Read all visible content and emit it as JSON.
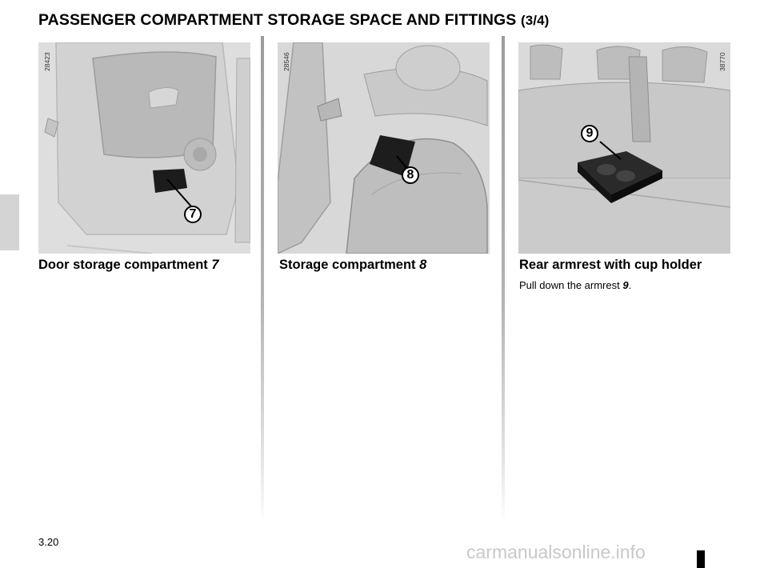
{
  "page": {
    "title_main": "PASSENGER COMPARTMENT STORAGE SPACE AND FITTINGS",
    "title_part": "(3/4)",
    "page_number": "3.20",
    "watermark": "carmanualsonline.info"
  },
  "columns": [
    {
      "figure_code": "28423",
      "callout": "7",
      "caption_text": "Door storage compartment",
      "caption_ref": "7"
    },
    {
      "figure_code": "28546",
      "callout": "8",
      "caption_text": "Storage compartment",
      "caption_ref": "8"
    },
    {
      "figure_code": "38770",
      "callout": "9",
      "caption_text": "Rear armrest with cup holder",
      "caption_ref": "",
      "body_text": "Pull down the armrest",
      "body_ref": "9",
      "body_end": "."
    }
  ]
}
